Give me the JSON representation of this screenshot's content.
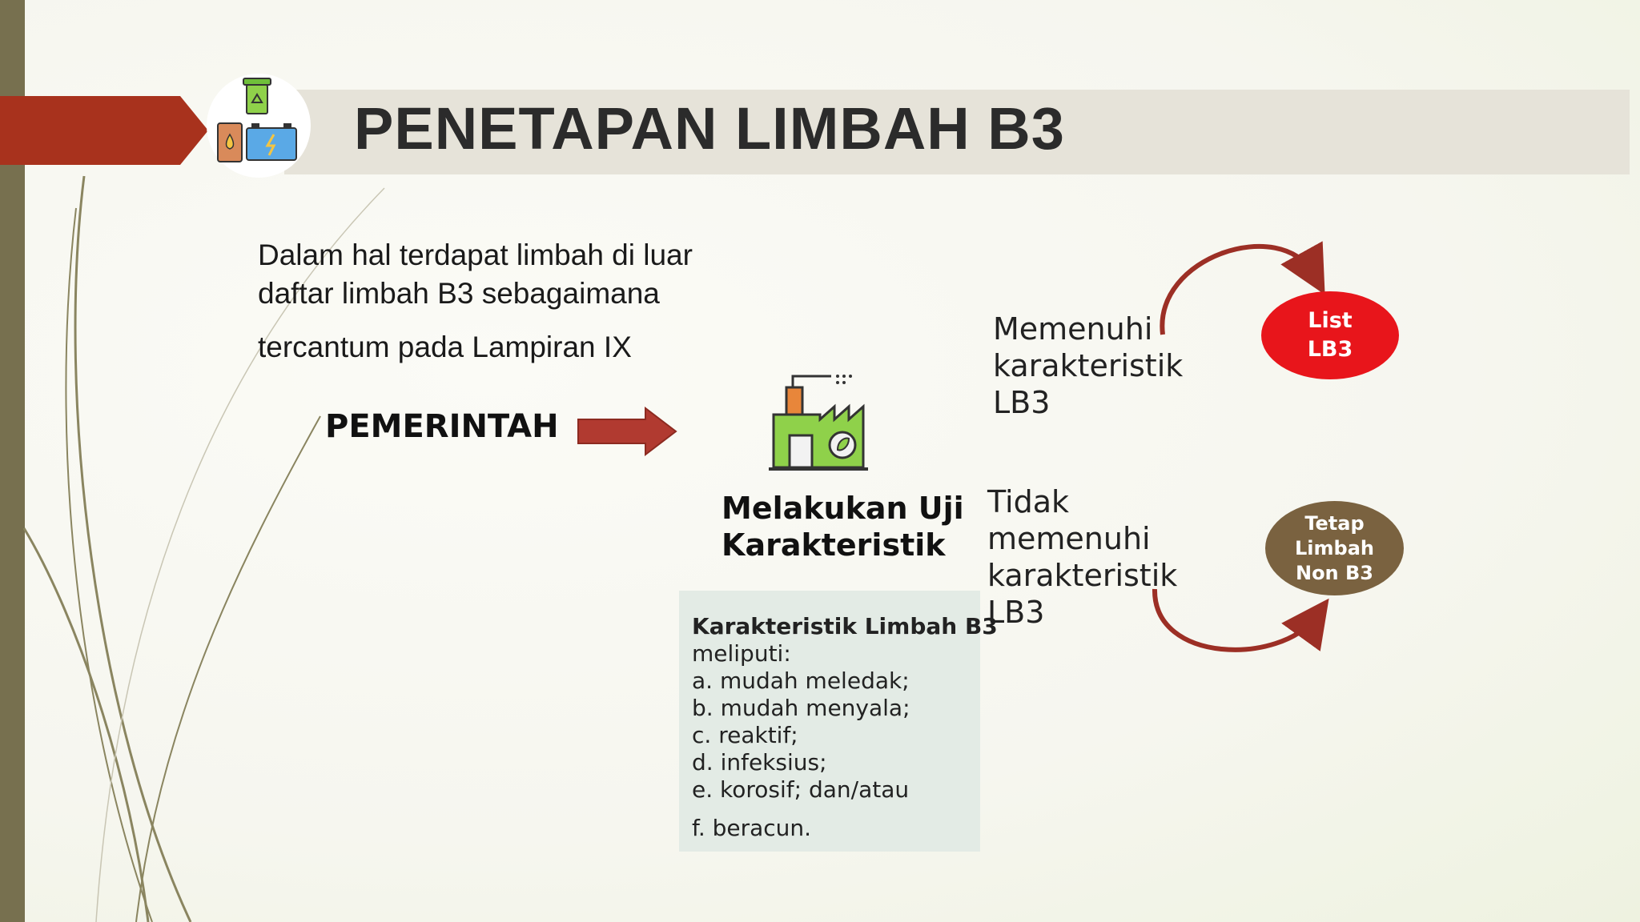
{
  "slide": {
    "title": "PENETAPAN LIMBAH B3",
    "intro_lines": [
      "Dalam hal terdapat limbah di luar",
      "daftar limbah B3 sebagaimana",
      "tercantum pada Lampiran IX"
    ],
    "actor": "PEMERINTAH",
    "process": {
      "line1": "Melakukan Uji",
      "line2": "Karakteristik"
    },
    "characteristics": {
      "heading": "Karakteristik Limbah B3",
      "lines": [
        "meliputi:",
        "a. mudah meledak;",
        "b. mudah menyala;",
        "c. reaktif;",
        "d. infeksius;",
        "e. korosif; dan/atau",
        "f. beracun."
      ]
    },
    "outcome_yes": {
      "condition_lines": [
        "Memenuhi",
        "karakteristik",
        "LB3"
      ],
      "result_lines": [
        "List",
        "LB3"
      ]
    },
    "outcome_no": {
      "condition_lines": [
        "Tidak",
        "memenuhi",
        "karakteristik",
        "LB3"
      ],
      "result_lines": [
        "Tetap",
        "Limbah",
        "Non B3"
      ]
    }
  },
  "colors": {
    "accent_red": "#a8321d",
    "list_red": "#e8151b",
    "non_brown": "#7a6240",
    "arrow_red": "#b13a30",
    "band": "#e6e3d9",
    "side_bar": "#77704f",
    "char_box": "#e3ebe5"
  },
  "icons": [
    "recycle-bin-icon",
    "oil-barrel-icon",
    "battery-icon",
    "factory-icon"
  ]
}
